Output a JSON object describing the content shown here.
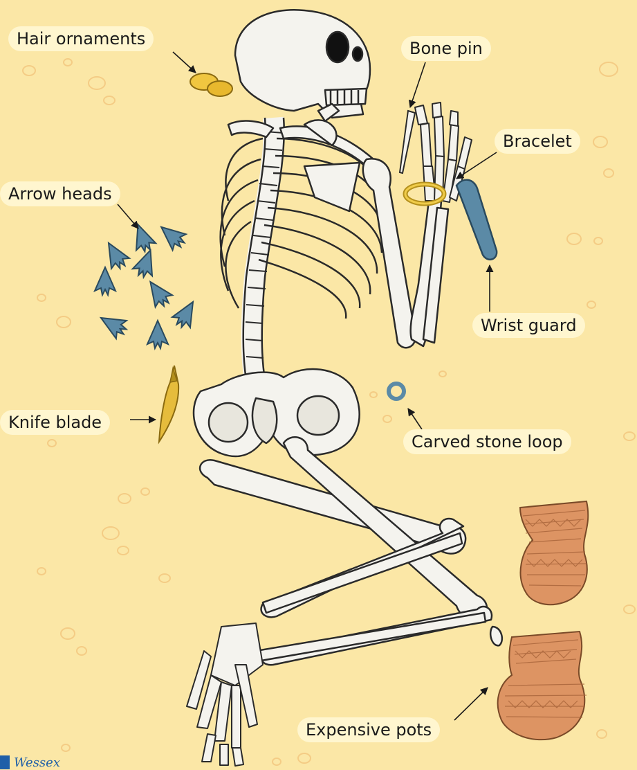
{
  "labels": {
    "hair": "Hair ornaments",
    "bone_pin": "Bone pin",
    "bracelet": "Bracelet",
    "arrow_heads": "Arrow heads",
    "wrist_guard": "Wrist guard",
    "knife": "Knife blade",
    "stone_loop": "Carved stone loop",
    "pots": "Expensive pots"
  },
  "logo": {
    "text": "Wessex"
  },
  "colors": {
    "sand": "#fbe7a6",
    "bone": "#f4f3ee",
    "bone_outline": "#2a2a2a",
    "flint": "#5b8aa6",
    "gold": "#e6bc3c",
    "pottery": "#d9905f",
    "label_bg": "#fff6cf"
  }
}
